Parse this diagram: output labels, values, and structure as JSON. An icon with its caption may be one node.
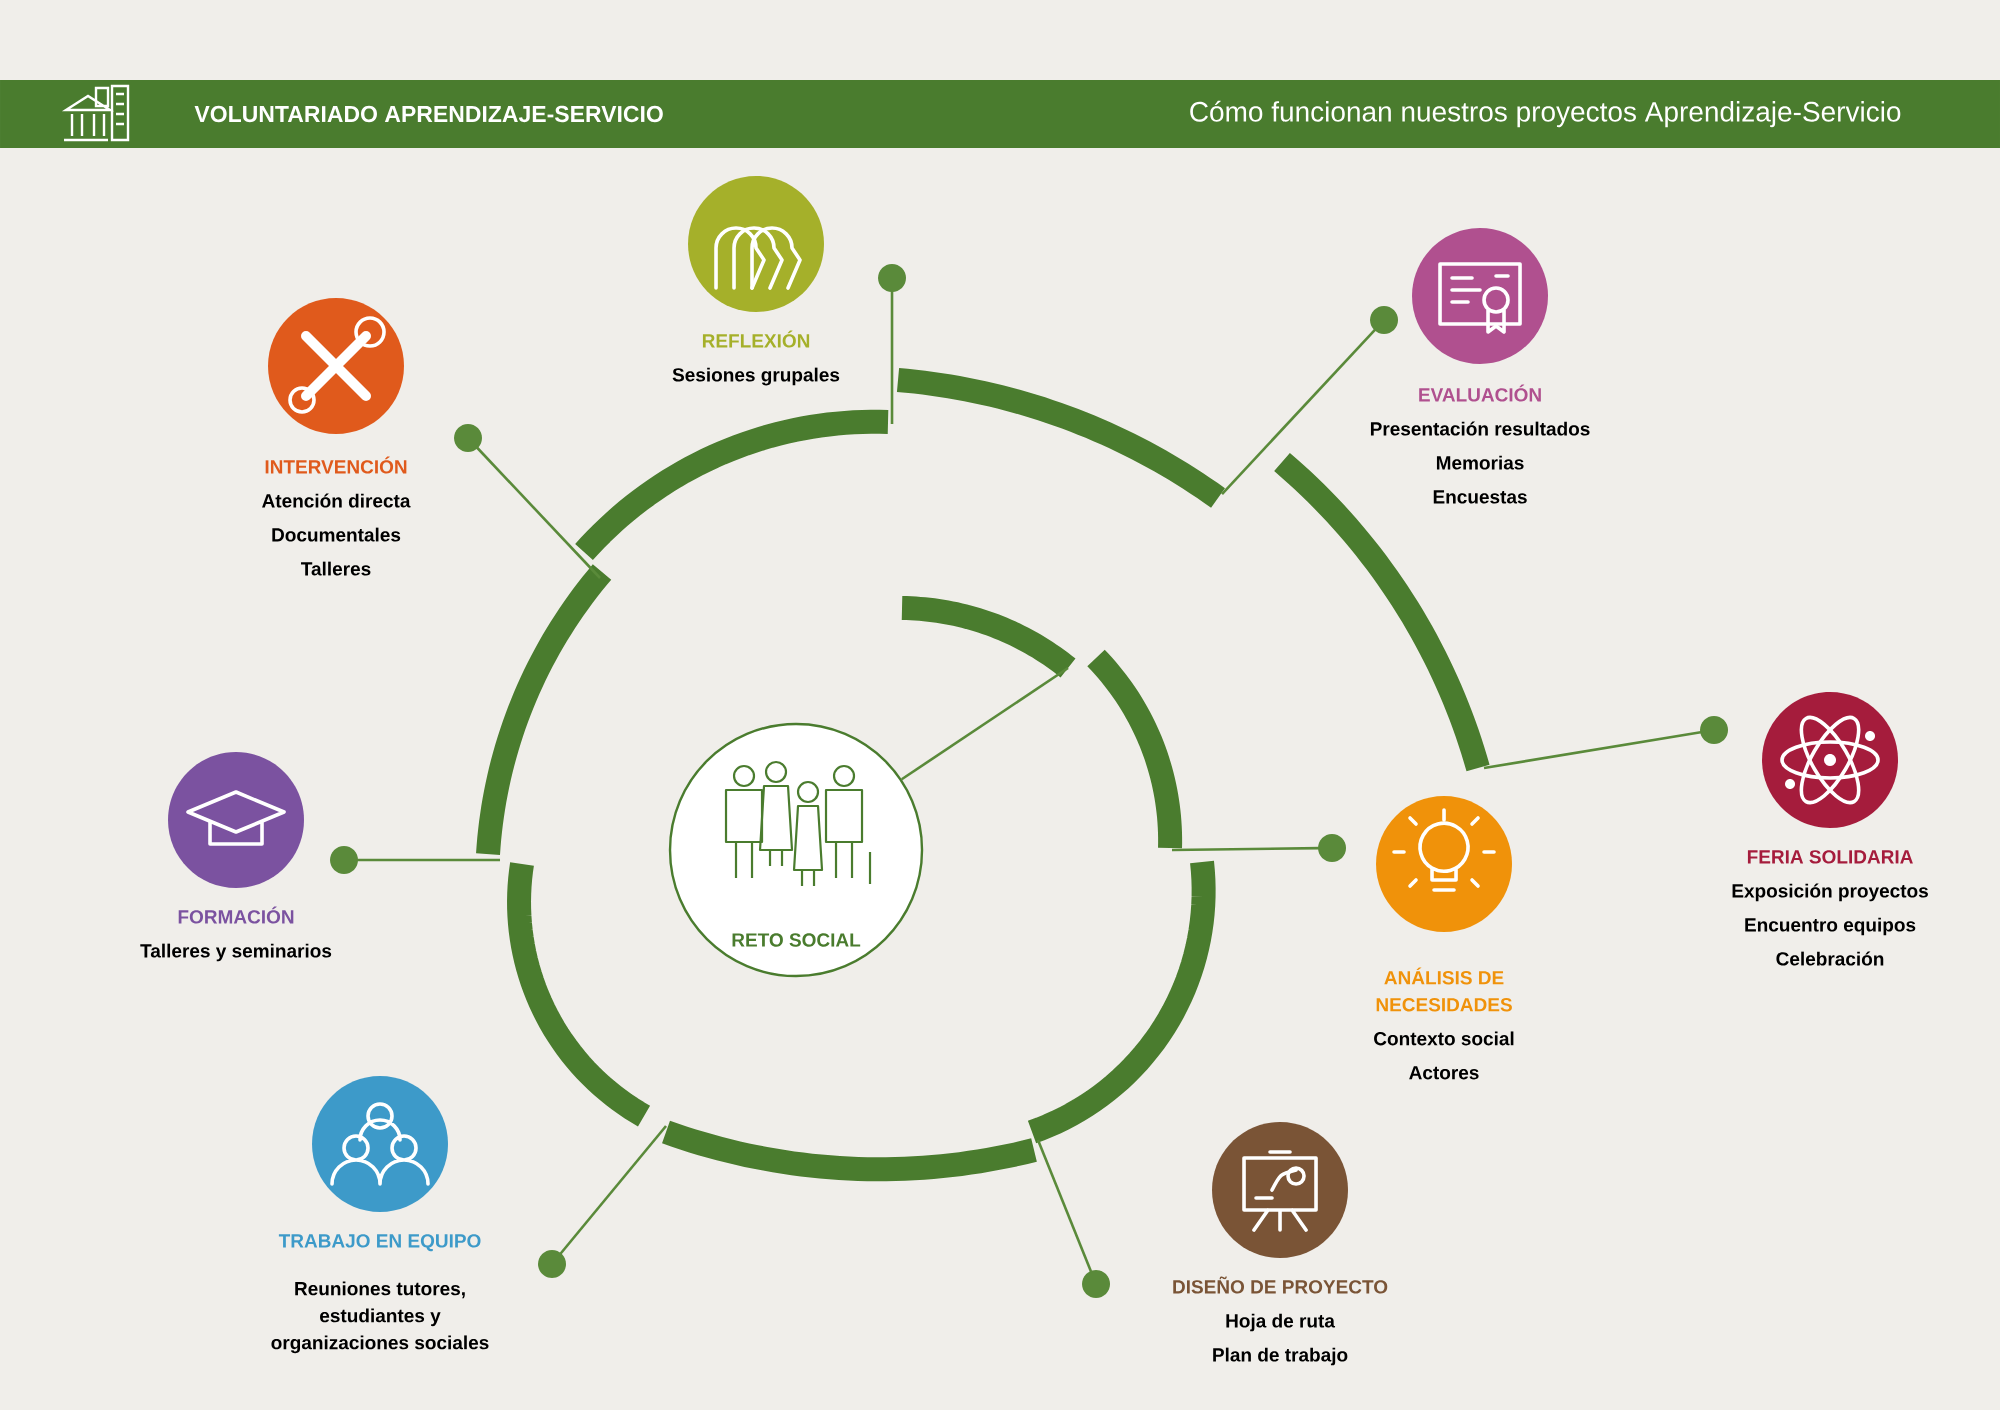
{
  "diagram": {
    "title": "VOLUNTARIADO APRENDIZAJE-SERVICIO",
    "nodes": [
      {
        "text": [
          "RETO SOCIAL"
        ]
      },
      {
        "text": [
          "ANÁLISIS DE NECESIDADES",
          "Contexto social",
          "Actores"
        ]
      },
      {
        "text": [
          "DISEÑO DE PROYECTO",
          "Hoja de ruta",
          "Plan de trabajo"
        ]
      },
      {
        "text": [
          "TRABAJO EN EQUIPO",
          "Reuniones tutores, estudiantes y organizaciones sociales"
        ]
      },
      {
        "text": [
          "FORMACIÓN",
          "Talleres y seminarios"
        ]
      },
      {
        "text": [
          "INTERVENCIÓN",
          "Atención directa",
          "Documentales",
          "Talleres"
        ]
      },
      {
        "text": [
          "REFLEXIÓN",
          "Sesiones grupales"
        ]
      },
      {
        "text": [
          "EVALUACIÓN",
          "Presentación resultados",
          "Memorias",
          "Encuestas"
        ]
      },
      {
        "text": [
          "FERIA SOLIDARIA",
          "Exposición proyectos",
          "Encuentro equipos",
          "Celebración"
        ]
      }
    ],
    "edges": [
      {
        "from": 0,
        "to": null,
        "arrow": "none"
      },
      {
        "from": 1,
        "to": null,
        "arrow": "none"
      },
      {
        "from": 2,
        "to": null,
        "arrow": "none"
      },
      {
        "from": 3,
        "to": null,
        "arrow": "none"
      },
      {
        "from": 4,
        "to": null,
        "arrow": "none"
      },
      {
        "from": 5,
        "to": null,
        "arrow": "none"
      },
      {
        "from": 6,
        "to": null,
        "arrow": "none"
      },
      {
        "from": 7,
        "to": null,
        "arrow": "none"
      },
      {
        "from": 8,
        "to": null,
        "arrow": "none"
      }
    ],
    "labels": [
      "Cómo funcionan nuestros proyectos Aprendizaje-Servicio"
    ]
  }
}
